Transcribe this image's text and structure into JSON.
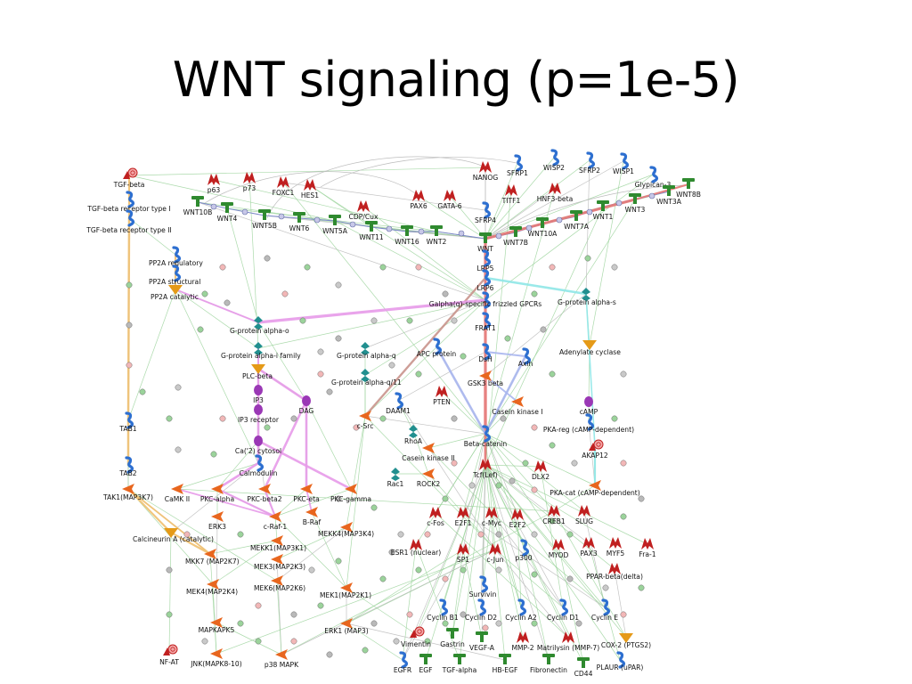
{
  "title": "WNT signaling (p=1e-5)",
  "colors": {
    "edge": "#9cd39c",
    "edge_gray": "#b8b8b8",
    "hl_pink": "#e79ae9",
    "hl_orange": "#f0c070",
    "hl_red": "#e77777",
    "hl_blue": "#a9b6ee",
    "hl_cyan": "#8fe7e7",
    "hl_brown": "#c9948c",
    "ligand": "#2f8a2f",
    "receptor": "#2d6fd0",
    "tf": "#c02020",
    "kinase": "#e8661e",
    "gprotein": "#218f8f",
    "enzyme": "#e59a18",
    "messenger": "#9a38b5",
    "small": "#f4a8a8"
  },
  "nodes": [
    {
      "id": "tgfb",
      "label": "TGF-beta",
      "kind": "ring"
    },
    {
      "id": "tgfbr1",
      "label": "TGF-beta receptor type I",
      "kind": "receptor"
    },
    {
      "id": "tgfbr2",
      "label": "TGF-beta receptor type II",
      "kind": "receptor"
    },
    {
      "id": "p63",
      "label": "p63",
      "kind": "tf"
    },
    {
      "id": "p73",
      "label": "p73",
      "kind": "tf"
    },
    {
      "id": "foxc1",
      "label": "FOXC1",
      "kind": "tf"
    },
    {
      "id": "hes1",
      "label": "HES1",
      "kind": "tf"
    },
    {
      "id": "wnt10b",
      "label": "WNT10B",
      "kind": "ligand"
    },
    {
      "id": "wnt4",
      "label": "WNT4",
      "kind": "ligand"
    },
    {
      "id": "wnt5b",
      "label": "WNT5B",
      "kind": "ligand"
    },
    {
      "id": "wnt6",
      "label": "WNT6",
      "kind": "ligand"
    },
    {
      "id": "wnt5a",
      "label": "WNT5A",
      "kind": "ligand"
    },
    {
      "id": "cdp",
      "label": "CDP/Cux",
      "kind": "tf"
    },
    {
      "id": "wnt11",
      "label": "WNT11",
      "kind": "ligand"
    },
    {
      "id": "wnt16",
      "label": "WNT16",
      "kind": "ligand"
    },
    {
      "id": "wnt2",
      "label": "WNT2",
      "kind": "ligand"
    },
    {
      "id": "pax6",
      "label": "PAX6",
      "kind": "tf"
    },
    {
      "id": "gata6",
      "label": "GATA-6",
      "kind": "tf"
    },
    {
      "id": "nanog",
      "label": "NANOG",
      "kind": "tf"
    },
    {
      "id": "sfrp1",
      "label": "SFRP1",
      "kind": "receptor"
    },
    {
      "id": "wisp2",
      "label": "WISP2",
      "kind": "receptor"
    },
    {
      "id": "sfrp2",
      "label": "SFRP2",
      "kind": "receptor"
    },
    {
      "id": "wisp1",
      "label": "WISP1",
      "kind": "receptor"
    },
    {
      "id": "gpc3",
      "label": "Glypican-3",
      "kind": "receptor"
    },
    {
      "id": "wnt8b",
      "label": "WNT8B",
      "kind": "ligand"
    },
    {
      "id": "titf1",
      "label": "TITF1",
      "kind": "tf"
    },
    {
      "id": "hnf3b",
      "label": "HNF3-beta",
      "kind": "tf"
    },
    {
      "id": "wnt3a",
      "label": "WNT3A",
      "kind": "ligand"
    },
    {
      "id": "wnt3",
      "label": "WNT3",
      "kind": "ligand"
    },
    {
      "id": "sfrp4",
      "label": "SFRP4",
      "kind": "receptor"
    },
    {
      "id": "wnt1",
      "label": "WNT1",
      "kind": "ligand"
    },
    {
      "id": "wnt7a",
      "label": "WNT7A",
      "kind": "ligand"
    },
    {
      "id": "wnt10a",
      "label": "WNT10A",
      "kind": "ligand"
    },
    {
      "id": "wnt7b",
      "label": "WNT7B",
      "kind": "ligand"
    },
    {
      "id": "wnt",
      "label": "WNT",
      "kind": "ligand"
    },
    {
      "id": "lrp5",
      "label": "LRP5",
      "kind": "receptor"
    },
    {
      "id": "lrp6",
      "label": "LRP6",
      "kind": "receptor"
    },
    {
      "id": "pp2areg",
      "label": "PP2A regulatory",
      "kind": "receptor"
    },
    {
      "id": "pp2astr",
      "label": "PP2A structural",
      "kind": "receptor"
    },
    {
      "id": "pp2acat",
      "label": "PP2A catalytic",
      "kind": "enzyme"
    },
    {
      "id": "gpcr",
      "label": "Galpha(q)-specific frizzled GPCRs",
      "kind": "receptor"
    },
    {
      "id": "gas",
      "label": "G-protein alpha-s",
      "kind": "gprotein"
    },
    {
      "id": "gao",
      "label": "G-protein alpha-o",
      "kind": "gprotein"
    },
    {
      "id": "frat1",
      "label": "FRAT1",
      "kind": "receptor"
    },
    {
      "id": "gai",
      "label": "G-protein alpha-i family",
      "kind": "gprotein"
    },
    {
      "id": "gaq",
      "label": "G-protein alpha-q",
      "kind": "gprotein"
    },
    {
      "id": "apc",
      "label": "APC protein",
      "kind": "receptor"
    },
    {
      "id": "dsh",
      "label": "DsH",
      "kind": "receptor"
    },
    {
      "id": "adcy",
      "label": "Adenylate cyclase",
      "kind": "enzyme"
    },
    {
      "id": "axin",
      "label": "Axin",
      "kind": "receptor"
    },
    {
      "id": "plcb",
      "label": "PLC-beta",
      "kind": "enzyme"
    },
    {
      "id": "gaq11",
      "label": "G-protein alpha-q/11",
      "kind": "gprotein"
    },
    {
      "id": "gsk3b",
      "label": "GSK3 beta",
      "kind": "kinase"
    },
    {
      "id": "ip3",
      "label": "IP3",
      "kind": "messenger"
    },
    {
      "id": "dag",
      "label": "DAG",
      "kind": "messenger"
    },
    {
      "id": "daam1",
      "label": "DAAM1",
      "kind": "receptor"
    },
    {
      "id": "pten",
      "label": "PTEN",
      "kind": "tf"
    },
    {
      "id": "ck1",
      "label": "Casein kinase I",
      "kind": "kinase"
    },
    {
      "id": "camp",
      "label": "cAMP",
      "kind": "messenger"
    },
    {
      "id": "ip3r",
      "label": "IP3 receptor",
      "kind": "messenger"
    },
    {
      "id": "csrc",
      "label": "c-Src",
      "kind": "kinase"
    },
    {
      "id": "pkareg",
      "label": "PKA-reg (cAMP-dependent)",
      "kind": "receptor"
    },
    {
      "id": "tab1",
      "label": "TAB1",
      "kind": "receptor"
    },
    {
      "id": "rhoa",
      "label": "RhoA",
      "kind": "gprotein"
    },
    {
      "id": "bcat",
      "label": "Beta-catenin",
      "kind": "receptor"
    },
    {
      "id": "ca2",
      "label": "Ca('2) cytosol",
      "kind": "messenger"
    },
    {
      "id": "ck2",
      "label": "Casein kinase II",
      "kind": "kinase"
    },
    {
      "id": "akap12",
      "label": "AKAP12",
      "kind": "ring"
    },
    {
      "id": "calm",
      "label": "Calmodulin",
      "kind": "receptor"
    },
    {
      "id": "tcf",
      "label": "Tcf(Lef)",
      "kind": "tf"
    },
    {
      "id": "dlx2",
      "label": "DLX2",
      "kind": "tf"
    },
    {
      "id": "tab2",
      "label": "TAB2",
      "kind": "receptor"
    },
    {
      "id": "rac1",
      "label": "Rac1",
      "kind": "gprotein"
    },
    {
      "id": "rock2",
      "label": "ROCK2",
      "kind": "kinase"
    },
    {
      "id": "tak1",
      "label": "TAK1(MAP3K7)",
      "kind": "kinase"
    },
    {
      "id": "camk2",
      "label": "CaMK II",
      "kind": "kinase"
    },
    {
      "id": "pkca",
      "label": "PKC-alpha",
      "kind": "kinase"
    },
    {
      "id": "pkcb2",
      "label": "PKC-beta2",
      "kind": "kinase"
    },
    {
      "id": "pkce",
      "label": "PKC-eta",
      "kind": "kinase"
    },
    {
      "id": "pkcg",
      "label": "PKC-gamma",
      "kind": "kinase"
    },
    {
      "id": "pkacat",
      "label": "PKA-cat (cAMP-dependent)",
      "kind": "kinase"
    },
    {
      "id": "erk3",
      "label": "ERK3",
      "kind": "kinase"
    },
    {
      "id": "craf",
      "label": "c-Raf-1",
      "kind": "kinase"
    },
    {
      "id": "braf",
      "label": "B-Raf",
      "kind": "kinase"
    },
    {
      "id": "cfos",
      "label": "c-Fos",
      "kind": "tf"
    },
    {
      "id": "e2f1",
      "label": "E2F1",
      "kind": "tf"
    },
    {
      "id": "cmyc",
      "label": "c-Myc",
      "kind": "tf"
    },
    {
      "id": "e2f2",
      "label": "E2F2",
      "kind": "tf"
    },
    {
      "id": "creb1",
      "label": "CREB1",
      "kind": "tf"
    },
    {
      "id": "slug",
      "label": "SLUG",
      "kind": "tf"
    },
    {
      "id": "mekk4",
      "label": "MEKK4(MAP3K4)",
      "kind": "kinase"
    },
    {
      "id": "calcin",
      "label": "Calcineurin A (catalytic)",
      "kind": "enzyme"
    },
    {
      "id": "mekk1",
      "label": "MEKK1(MAP3K1)",
      "kind": "kinase"
    },
    {
      "id": "esr1",
      "label": "ESR1 (nuclear)",
      "kind": "tf"
    },
    {
      "id": "sp1",
      "label": "SP1",
      "kind": "tf"
    },
    {
      "id": "cjun",
      "label": "c-Jun",
      "kind": "tf"
    },
    {
      "id": "p300",
      "label": "p300",
      "kind": "receptor"
    },
    {
      "id": "myod",
      "label": "MYOD",
      "kind": "tf"
    },
    {
      "id": "pax3",
      "label": "PAX3",
      "kind": "tf"
    },
    {
      "id": "myf5",
      "label": "MYF5",
      "kind": "tf"
    },
    {
      "id": "fra1",
      "label": "Fra-1",
      "kind": "tf"
    },
    {
      "id": "mkk7",
      "label": "MKK7 (MAP2K7)",
      "kind": "kinase"
    },
    {
      "id": "mek3",
      "label": "MEK3(MAP2K3)",
      "kind": "kinase"
    },
    {
      "id": "ppard",
      "label": "PPAR-beta(delta)",
      "kind": "tf"
    },
    {
      "id": "mek6",
      "label": "MEK6(MAP2K6)",
      "kind": "kinase"
    },
    {
      "id": "mek4",
      "label": "MEK4(MAP2K4)",
      "kind": "kinase"
    },
    {
      "id": "mek1",
      "label": "MEK1(MAP2K1)",
      "kind": "kinase"
    },
    {
      "id": "survivin",
      "label": "Survivin",
      "kind": "receptor"
    },
    {
      "id": "ccnb1",
      "label": "Cyclin B1",
      "kind": "receptor"
    },
    {
      "id": "ccnd2",
      "label": "Cyclin D2",
      "kind": "receptor"
    },
    {
      "id": "ccna2",
      "label": "Cyclin A2",
      "kind": "receptor"
    },
    {
      "id": "ccnd1",
      "label": "Cyclin D1",
      "kind": "receptor"
    },
    {
      "id": "ccne",
      "label": "Cyclin E",
      "kind": "receptor"
    },
    {
      "id": "mapkapk5",
      "label": "MAPKAPK5",
      "kind": "kinase"
    },
    {
      "id": "erk1",
      "label": "ERK1 (MAP3)",
      "kind": "kinase"
    },
    {
      "id": "vimentin",
      "label": "Vimentin",
      "kind": "ring"
    },
    {
      "id": "gastrin",
      "label": "Gastrin",
      "kind": "ligand"
    },
    {
      "id": "vegfa",
      "label": "VEGF-A",
      "kind": "ligand"
    },
    {
      "id": "mmp2",
      "label": "MMP-2",
      "kind": "tf"
    },
    {
      "id": "mmp7",
      "label": "Matrilysin (MMP-7)",
      "kind": "tf"
    },
    {
      "id": "cox2",
      "label": "COX-2 (PTGS2)",
      "kind": "enzyme"
    },
    {
      "id": "nfat",
      "label": "NF-AT",
      "kind": "ring"
    },
    {
      "id": "jnk",
      "label": "JNK(MAPK8-10)",
      "kind": "kinase"
    },
    {
      "id": "p38",
      "label": "p38 MAPK",
      "kind": "kinase"
    },
    {
      "id": "egfr",
      "label": "EGFR",
      "kind": "receptor"
    },
    {
      "id": "egf",
      "label": "EGF",
      "kind": "ligand"
    },
    {
      "id": "tgfa",
      "label": "TGF-alpha",
      "kind": "ligand"
    },
    {
      "id": "hbegf",
      "label": "HB-EGF",
      "kind": "ligand"
    },
    {
      "id": "fn1",
      "label": "Fibronectin",
      "kind": "ligand"
    },
    {
      "id": "cd44",
      "label": "CD44",
      "kind": "ligand"
    },
    {
      "id": "plaur",
      "label": "PLAUR (uPAR)",
      "kind": "receptor"
    }
  ]
}
